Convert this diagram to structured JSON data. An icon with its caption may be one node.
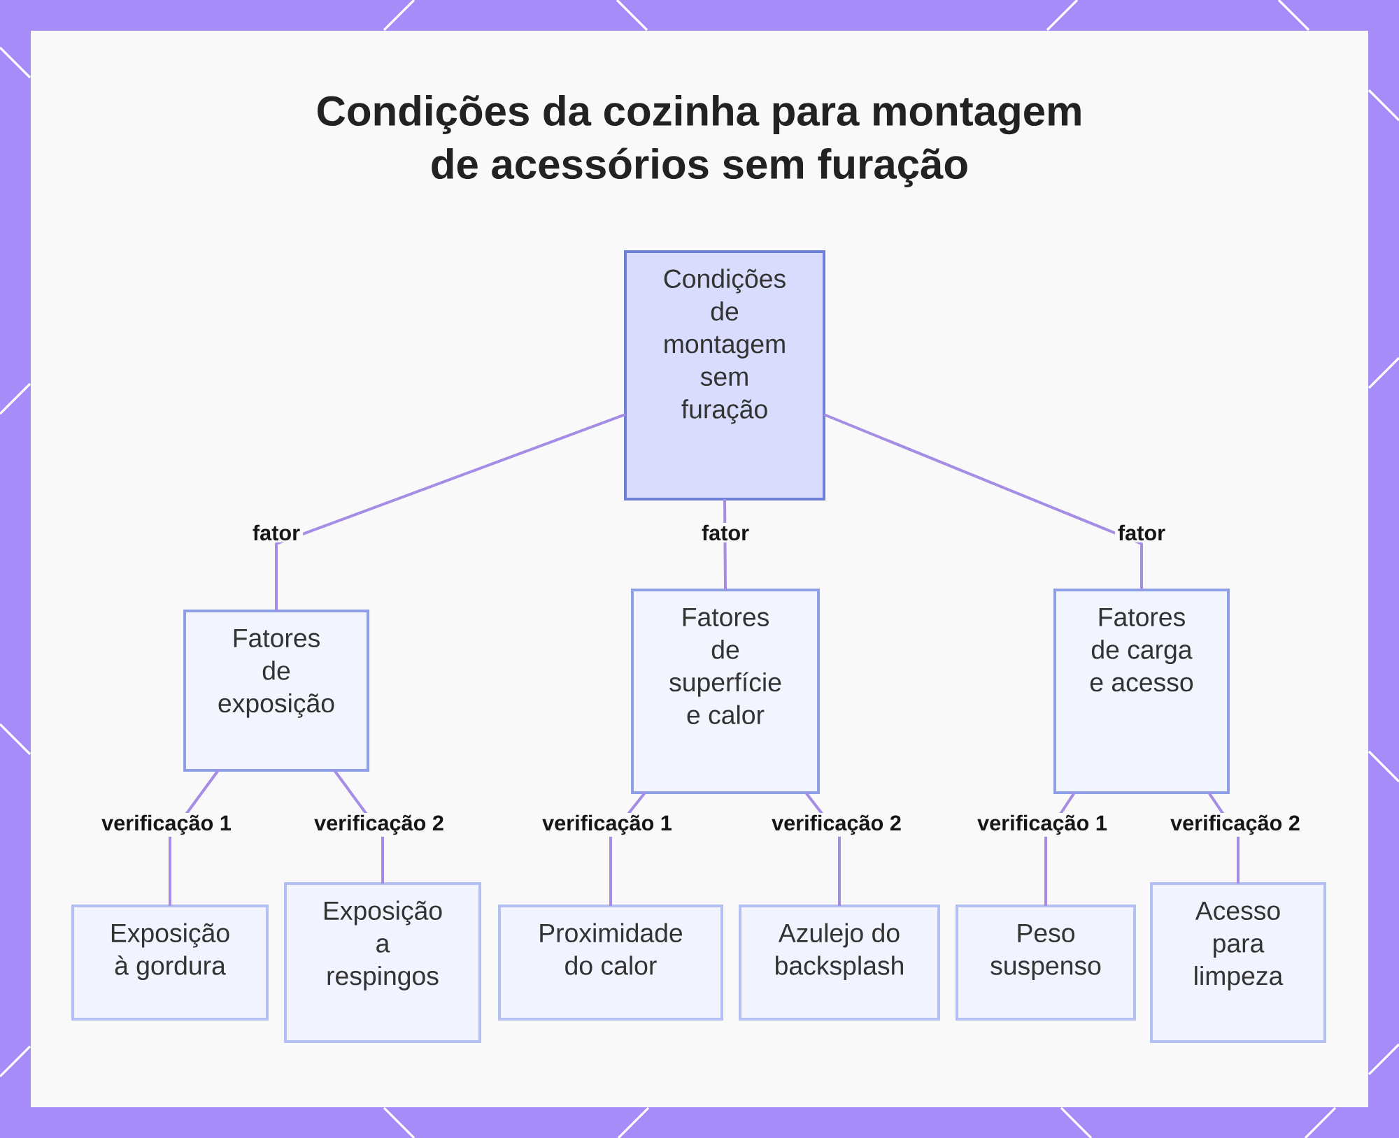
{
  "diagram": {
    "title": "Condições da cozinha para montagem de acessórios sem furação",
    "nodes": [
      {
        "text": [
          "Condições de montagem sem furação"
        ]
      },
      {
        "text": [
          "Fatores de exposição"
        ]
      },
      {
        "text": [
          "Fatores de superfície e calor"
        ]
      },
      {
        "text": [
          "Fatores de carga e acesso"
        ]
      },
      {
        "text": [
          "Exposição à gordura"
        ]
      },
      {
        "text": [
          "Exposição a respingos"
        ]
      },
      {
        "text": [
          "Proximidade do calor"
        ]
      },
      {
        "text": [
          "Azulejo do backsplash"
        ]
      },
      {
        "text": [
          "Peso suspenso"
        ]
      },
      {
        "text": [
          "Acesso para limpeza"
        ]
      }
    ],
    "edges": [
      {
        "from": 0,
        "to": 1,
        "arrow": "none",
        "label": "fator"
      },
      {
        "from": 0,
        "to": 2,
        "arrow": "none",
        "label": "fator"
      },
      {
        "from": 0,
        "to": 3,
        "arrow": "none",
        "label": "fator"
      },
      {
        "from": 1,
        "to": 4,
        "arrow": "none",
        "label": "verificação 1"
      },
      {
        "from": 1,
        "to": 5,
        "arrow": "none",
        "label": "verificação 2"
      },
      {
        "from": 2,
        "to": 6,
        "arrow": "none",
        "label": "verificação 1"
      },
      {
        "from": 2,
        "to": 7,
        "arrow": "none",
        "label": "verificação 2"
      },
      {
        "from": 3,
        "to": 8,
        "arrow": "none",
        "label": "verificação 1"
      },
      {
        "from": 3,
        "to": 9,
        "arrow": "none",
        "label": "verificação 2"
      }
    ]
  }
}
